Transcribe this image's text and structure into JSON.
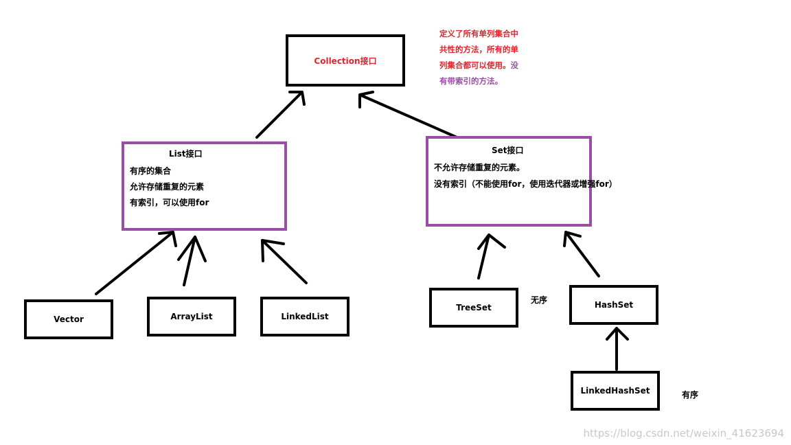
{
  "colors": {
    "accent_red": "#e8212a",
    "accent_purple": "#9a4fa6",
    "line": "#000000",
    "watermark": "#c8c8c8"
  },
  "collection": {
    "label": "Collection接口"
  },
  "note": {
    "red_lines": [
      "定义了所有单列集合中",
      "共性的方法，所有的单",
      "列集合都可以使用。"
    ],
    "red_tail": "没",
    "purple_line": "有带索引的方法。"
  },
  "list": {
    "title": "List接口",
    "lines": [
      "有序的集合",
      "允许存储重复的元素",
      "有索引，可以使用for"
    ]
  },
  "set": {
    "title": "Set接口",
    "lines": [
      "不允许存储重复的元素。",
      "没有索引（不能使用for，使用迭代器或增强for）"
    ]
  },
  "classes": {
    "vector": "Vector",
    "arraylist": "ArrayList",
    "linkedlist": "LinkedList",
    "treeset": "TreeSet",
    "hashset": "HashSet",
    "linkedhashset": "LinkedHashSet"
  },
  "labels": {
    "unordered": "无序",
    "ordered": "有序"
  },
  "watermark": "https://blog.csdn.net/weixin_41623694"
}
